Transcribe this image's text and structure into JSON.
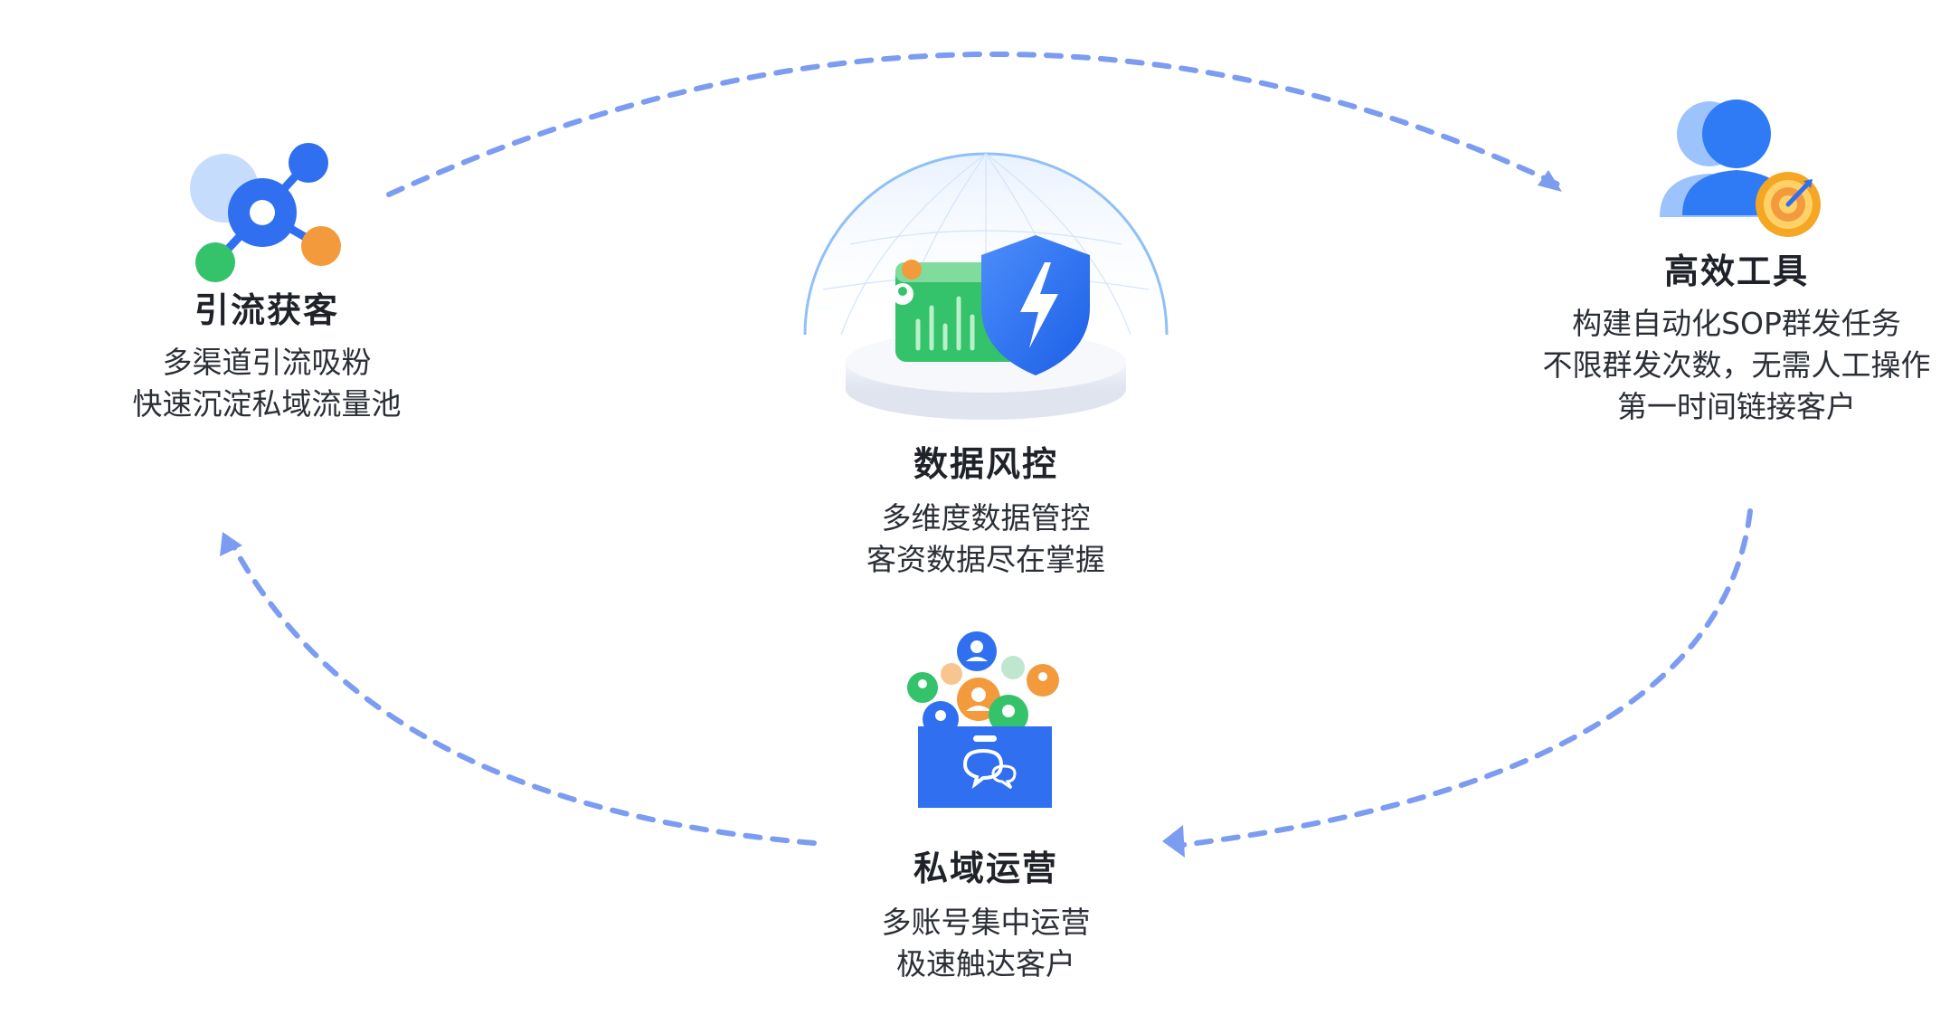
{
  "nodes": {
    "acquire": {
      "title": "引流获客",
      "lines": [
        "多渠道引流吸粉",
        "快速沉淀私域流量池"
      ]
    },
    "tools": {
      "title": "高效工具",
      "lines": [
        "构建自动化SOP群发任务",
        "不限群发次数，无需人工操作",
        "第一时间链接客户"
      ]
    },
    "risk": {
      "title": "数据风控",
      "lines": [
        "多维度数据管控",
        "客资数据尽在掌握"
      ]
    },
    "ops": {
      "title": "私域运营",
      "lines": [
        "多账号集中运营",
        "极速触达客户"
      ]
    }
  },
  "colors": {
    "arrow": "#7b9cf1",
    "primary_blue": "#2f6ff0",
    "green": "#34c26b",
    "orange": "#f39a3c",
    "light_blue": "#bcd6fb"
  },
  "icons": {
    "acquire": "network-nodes-icon",
    "tools": "user-target-icon",
    "risk": "shield-data-icon",
    "ops": "wechat-box-users-icon"
  }
}
